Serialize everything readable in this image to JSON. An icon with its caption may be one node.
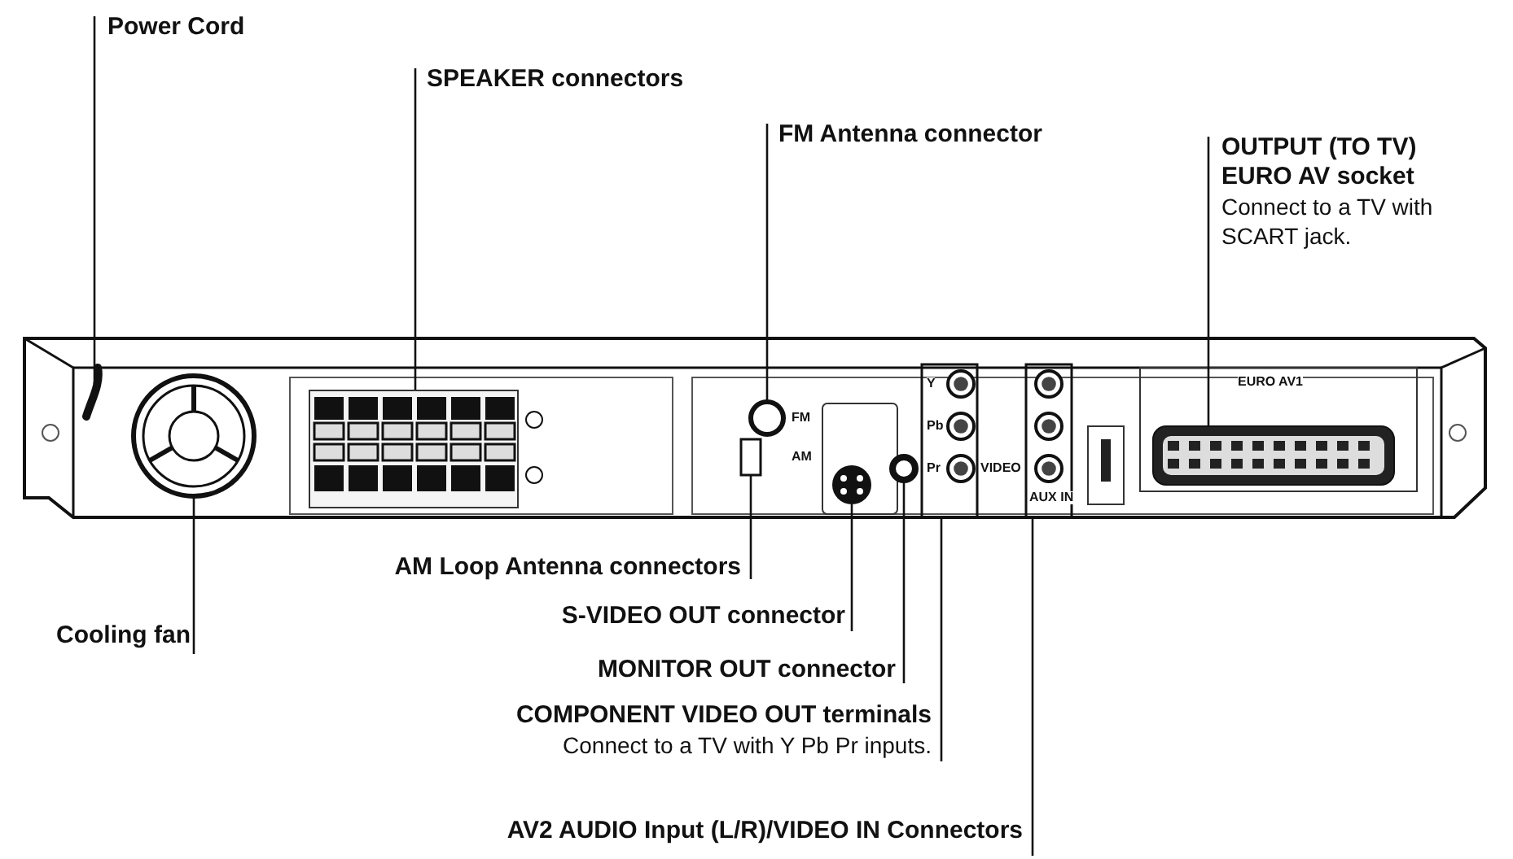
{
  "diagram": {
    "nodes": [
      {
        "text": [
          "Power Cord"
        ]
      },
      {
        "text": [
          "SPEAKER connectors"
        ]
      },
      {
        "text": [
          "FM Antenna connector"
        ]
      },
      {
        "text": [
          "OUTPUT (TO TV) EURO AV socket",
          "Connect to a TV with SCART jack."
        ]
      },
      {
        "text": [
          "AM Loop Antenna connectors"
        ]
      },
      {
        "text": [
          "Cooling fan"
        ]
      },
      {
        "text": [
          "S-VIDEO OUT connector"
        ]
      },
      {
        "text": [
          "MONITOR OUT connector"
        ]
      },
      {
        "text": [
          "COMPONENT VIDEO OUT terminals",
          "Connect to a TV with Y Pb Pr inputs."
        ]
      },
      {
        "text": [
          "AV2 AUDIO Input (L/R)/VIDEO IN Connectors"
        ]
      },
      {
        "text": [],
        "shape": "picture"
      },
      {
        "text": [],
        "shape": "picture"
      },
      {
        "text": [],
        "shape": "circle"
      },
      {
        "text": [],
        "shape": "picture"
      },
      {
        "text": [],
        "shape": "box"
      },
      {
        "text": [],
        "shape": "picture"
      },
      {
        "text": [],
        "shape": "picture"
      },
      {
        "text": [],
        "shape": "circle"
      },
      {
        "text": [],
        "shape": "picture"
      },
      {
        "text": [],
        "shape": "picture"
      }
    ],
    "edges": [
      {
        "from": 0,
        "to": 10,
        "arrow": "none"
      },
      {
        "from": 1,
        "to": 11,
        "arrow": "none"
      },
      {
        "from": 2,
        "to": 12,
        "arrow": "none"
      },
      {
        "from": 3,
        "to": 13,
        "arrow": "none"
      },
      {
        "from": 4,
        "to": 14,
        "arrow": "none"
      },
      {
        "from": 5,
        "to": 15,
        "arrow": "none"
      },
      {
        "from": 6,
        "to": 16,
        "arrow": "none"
      },
      {
        "from": 7,
        "to": 17,
        "arrow": "none"
      },
      {
        "from": 8,
        "to": 18,
        "arrow": "none"
      },
      {
        "from": 9,
        "to": 19,
        "arrow": "none"
      }
    ],
    "labels": [
      "FM",
      "AM",
      "Y",
      "Pb",
      "Pr",
      "VIDEO",
      "AUX IN",
      "EURO AV1"
    ]
  }
}
